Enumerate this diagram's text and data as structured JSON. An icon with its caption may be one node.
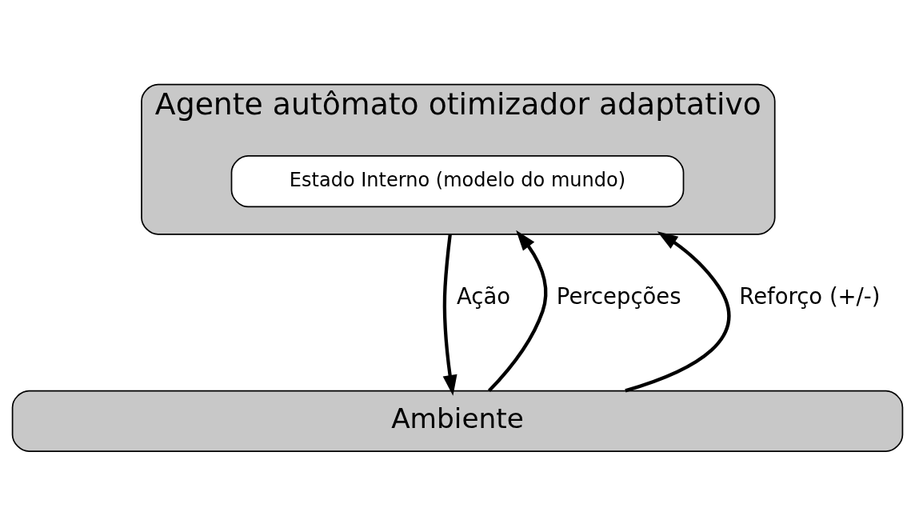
{
  "diagram": {
    "nodes": [
      {
        "text": [
          "Agente autômato otimizador adaptativo"
        ]
      },
      {
        "text": [
          "Estado Interno (modelo do mundo)"
        ],
        "in": 0
      },
      {
        "text": [
          "Ambiente"
        ]
      }
    ],
    "edges": [
      {
        "from": 0,
        "to": 2,
        "arrow": "to",
        "label": "Ação"
      },
      {
        "from": 2,
        "to": 0,
        "arrow": "to",
        "label": "Percepções"
      },
      {
        "from": 2,
        "to": 0,
        "arrow": "to",
        "label": "Reforço (+/-)"
      }
    ]
  }
}
